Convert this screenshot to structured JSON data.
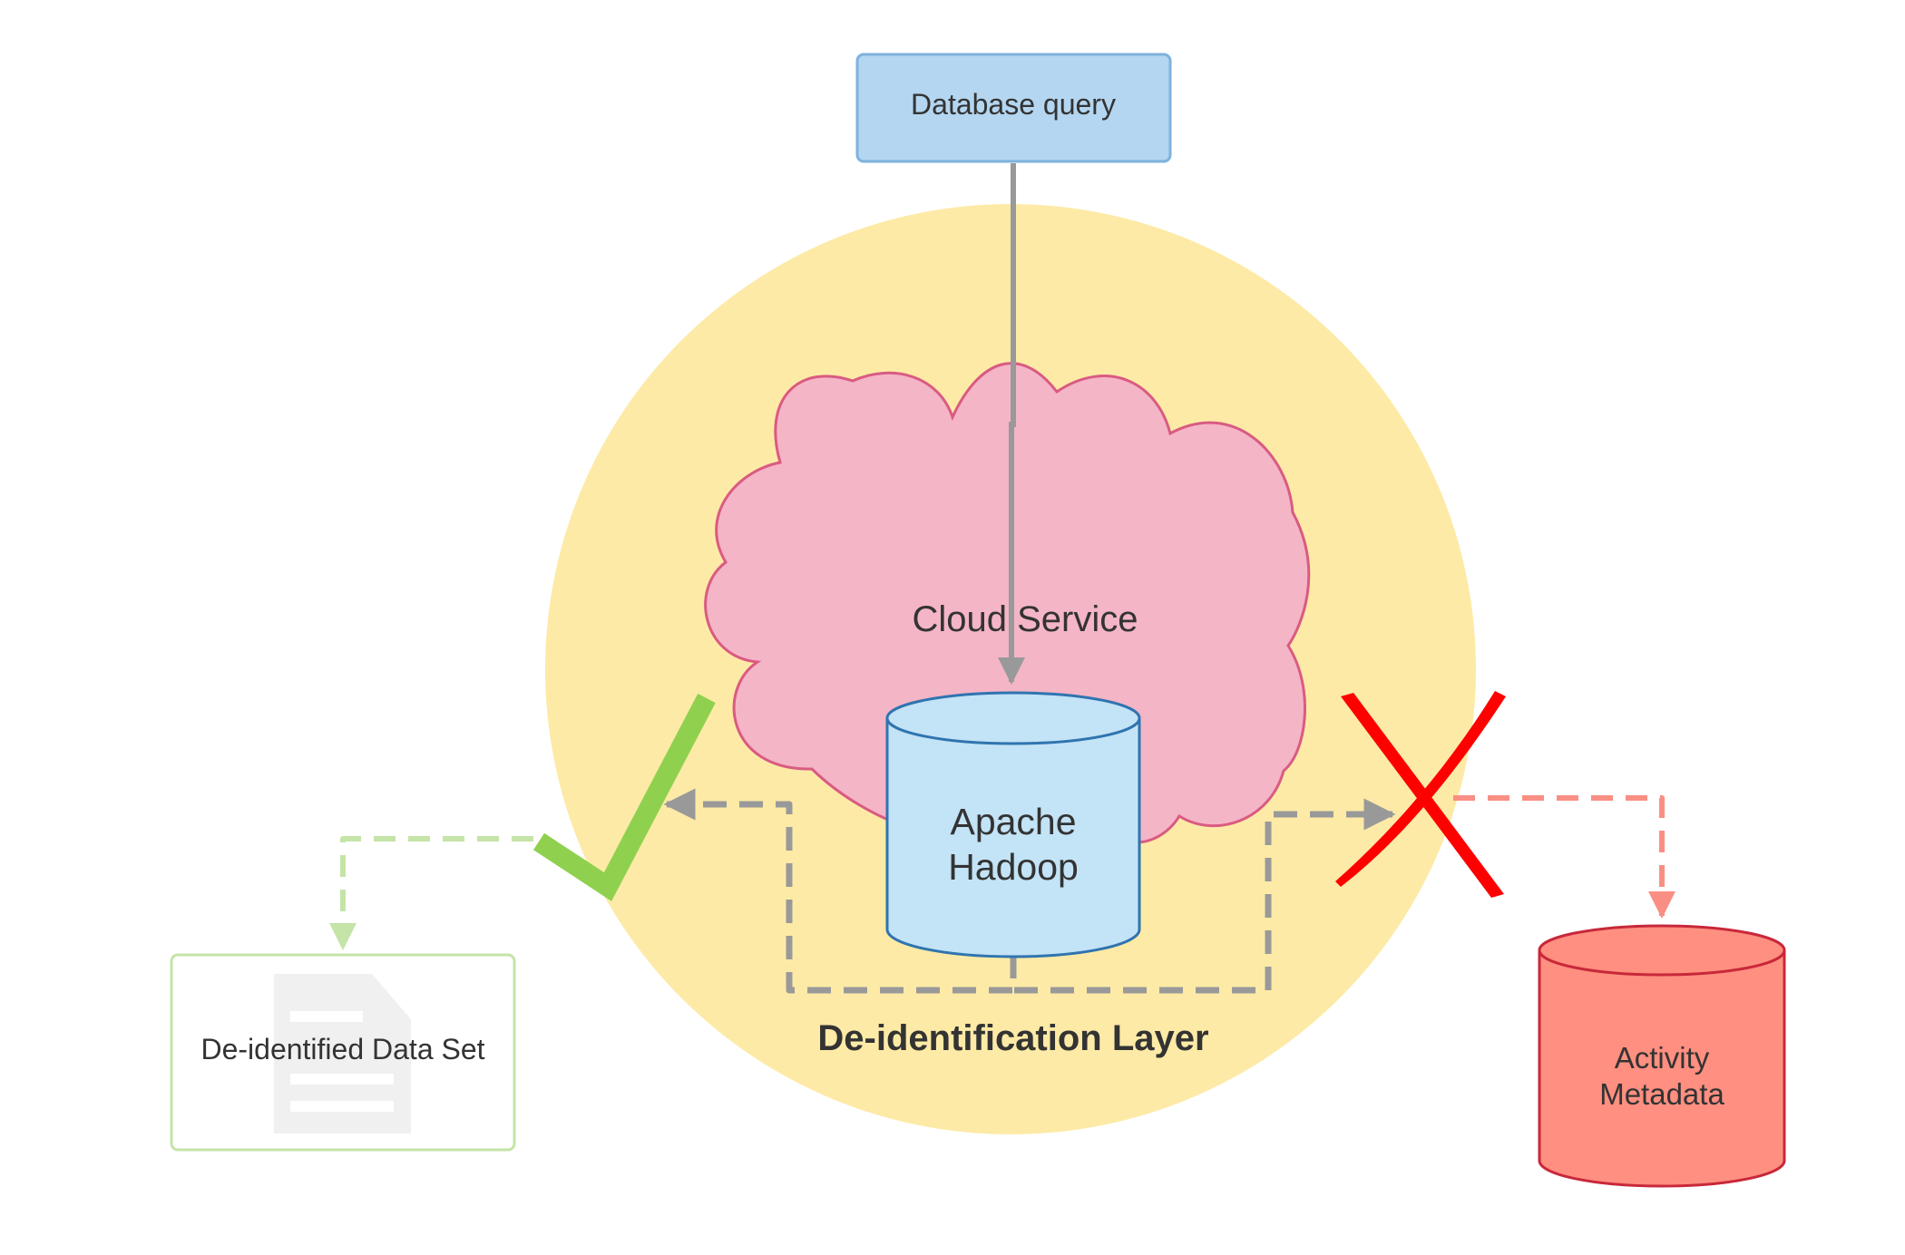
{
  "nodes": {
    "database_query": {
      "label": "Database query"
    },
    "cloud_service": {
      "label": "Cloud Service"
    },
    "hadoop": {
      "line1": "Apache",
      "line2": "Hadoop"
    },
    "layer": {
      "label": "De-identification Layer"
    },
    "dataset": {
      "label": "De-identified Data Set"
    },
    "metadata": {
      "line1": "Activity",
      "line2": "Metadata"
    }
  },
  "marks": {
    "allowed": "check-icon",
    "blocked": "cross-icon"
  },
  "colors": {
    "layer_fill": "#fdeaa6",
    "cloud_fill": "#f4b5c7",
    "cloud_stroke": "#d95b82",
    "query_fill": "#b4d6f0",
    "query_stroke": "#7fb2dc",
    "hadoop_fill": "#c3e3f6",
    "hadoop_stroke": "#2f74b0",
    "metadata_fill": "#ff8f80",
    "metadata_stroke": "#c8283a",
    "check": "#8fd14f",
    "cross": "#ff0000",
    "arrow_gray": "#999999",
    "arrow_green": "#c5e4a8",
    "arrow_red": "#f98f84",
    "dataset_stroke": "#c5e4a8"
  }
}
